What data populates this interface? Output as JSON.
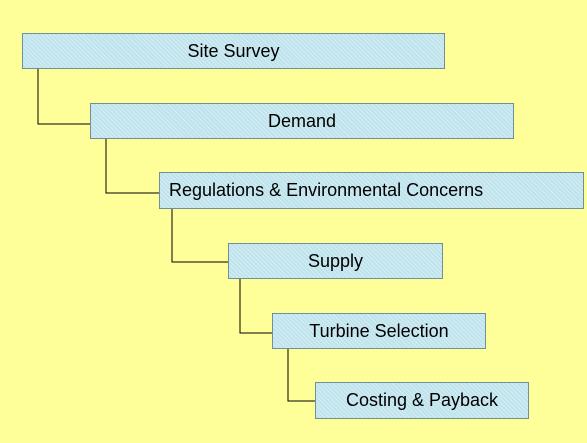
{
  "diagram": {
    "steps": [
      {
        "label": "Site Survey"
      },
      {
        "label": "Demand"
      },
      {
        "label": "Regulations & Environmental Concerns"
      },
      {
        "label": "Supply"
      },
      {
        "label": "Turbine Selection"
      },
      {
        "label": "Costing & Payback"
      }
    ]
  },
  "colors": {
    "background": "#FFFF99",
    "box_fill": "#BFE3EC",
    "box_border": "#6F8F9A",
    "connector": "#000000"
  }
}
